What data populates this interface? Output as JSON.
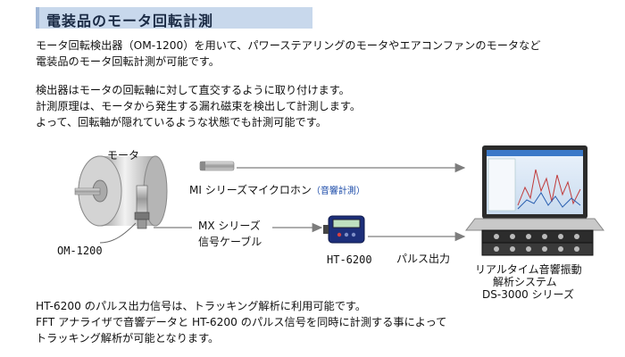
{
  "title": "電装品のモータ回転計測",
  "intro": {
    "line1": "モータ回転検出器（OM-1200）を用いて、パワーステアリングのモータやエアコンファンのモータなど",
    "line2": "電装品のモータ回転計測が可能です。"
  },
  "principle": {
    "line1": "検出器はモータの回転軸に対して直交するように取り付けます。",
    "line2": "計測原理は、モータから発生する漏れ磁束を検出して計測します。",
    "line3": "よって、回転軸が隠れているような状態でも計測可能です。"
  },
  "diagram": {
    "motor_label": "モータ",
    "sensor_label": "OM-1200",
    "mic_label": "MI シリーズマイクロホン",
    "mic_note": "（音響計測）",
    "cable_label_1": "MX シリーズ",
    "cable_label_2": "信号ケーブル",
    "device_label": "HT-6200",
    "pulse_label": "パルス出力",
    "system_label_1": "リアルタイム音響振動",
    "system_label_2": "解析システム",
    "system_label_3": "DS-3000 シリーズ"
  },
  "footer": {
    "line1": "HT-6200 のパルス出力信号は、トラッキング解析に利用可能です。",
    "line2": "FFT アナライザで音響データと HT-6200 のパルス信号を同時に計測する事によって",
    "line3": "トラッキング解析が可能となります。"
  },
  "colors": {
    "title_bg": "#c8d8ec",
    "arrow": "#7d7d7d",
    "device_blue": "#1d2f7a",
    "screen_blue": "#3a78c8"
  }
}
